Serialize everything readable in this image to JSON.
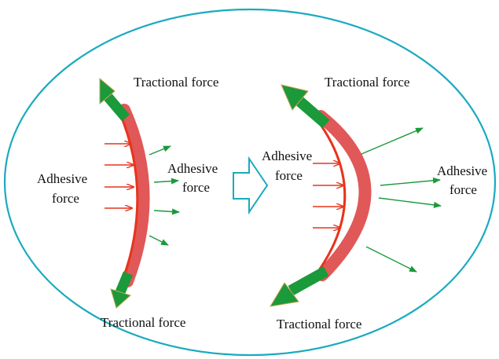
{
  "colors": {
    "outline": "#1aaabf",
    "band": "#e05858",
    "cell_edge": "#e8341c",
    "traction_arrow": "#1a9a3a",
    "adhesive_arrow_in": "#e8341c",
    "adhesive_arrow_out": "#1a9a3a"
  },
  "left_panel": {
    "top_label": "Tractional force",
    "bottom_label": "Tractional force",
    "left_label_line1": "Adhesive",
    "left_label_line2": "force",
    "right_label_line1": "Adhesive",
    "right_label_line2": "force"
  },
  "transition_icon": "right-arrow-icon",
  "right_panel": {
    "top_label": "Tractional force",
    "bottom_label": "Tractional force",
    "left_label_line1": "Adhesive",
    "left_label_line2": "force",
    "right_label_line1": "Adhesive",
    "right_label_line2": "force"
  }
}
